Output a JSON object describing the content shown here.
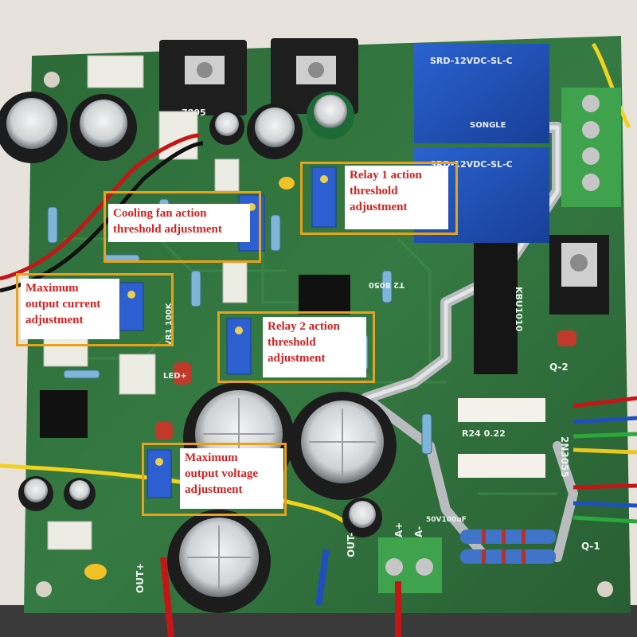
{
  "callouts": {
    "relay1": "Relay 1 action\nthreshold\nadjustment",
    "cooling_fan": "Cooling fan action\nthreshold adjustment",
    "max_current": "Maximum\noutput current\nadjustment",
    "relay2": "Relay 2 action\nthreshold\nadjustment",
    "max_voltage": "Maximum\noutput voltage\nadjustment"
  },
  "silkscreen": {
    "regulator": "7805",
    "relay_top": "SRD-12VDC-SL-C",
    "relay_bottom": "SRD-12VDC-SL-C",
    "relay_brand": "SONGLE",
    "bridge": "KBU1010",
    "transistor": "2N3055",
    "q1": "Q-1",
    "q2": "Q-2",
    "out_plus": "OUT+",
    "out_minus": "OUT-",
    "a_plus": "A+",
    "a_minus": "A-",
    "shunt": "R24 0.22",
    "vr1": "VR1 100K",
    "led": "LED+",
    "transistor_t2": "T2 8050",
    "cap_rating": "50V100uF"
  },
  "colors": {
    "pcb": "#2f6a3a",
    "callout_border": "#e8a21a",
    "callout_text": "#d42020",
    "relay": "#1e4fb8",
    "terminal": "#3fa34d"
  }
}
